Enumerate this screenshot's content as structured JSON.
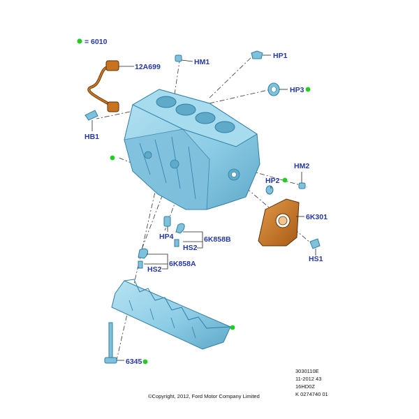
{
  "legend": {
    "marker_text": "= 6010"
  },
  "callouts": {
    "c12A699": "12A699",
    "hm1": "HM1",
    "hp1": "HP1",
    "hp3": "HP3",
    "hb1": "HB1",
    "hm2": "HM2",
    "hp2": "HP2",
    "k301": "6K301",
    "hs1": "HS1",
    "hp4": "HP4",
    "k858b": "6K858B",
    "hs2a": "HS2",
    "k858a": "6K858A",
    "hs2b": "HS2",
    "p6345": "6345"
  },
  "reference": {
    "line1": "3030110E",
    "line2": "11-2012 43",
    "line3": "16HD0Z",
    "line4": "K 0274740 01"
  },
  "copyright": "©Copyright, 2012, Ford Motor Company Limited",
  "colors": {
    "block_fill": "#8ecde6",
    "block_dark": "#5fa9c9",
    "block_edge": "#2d7fa6",
    "seal_fill": "#c8731f",
    "seal_edge": "#5a3008",
    "bolt_fill": "#7fc0da",
    "marker_green": "#22cc22",
    "label_blue": "#2438a8"
  }
}
